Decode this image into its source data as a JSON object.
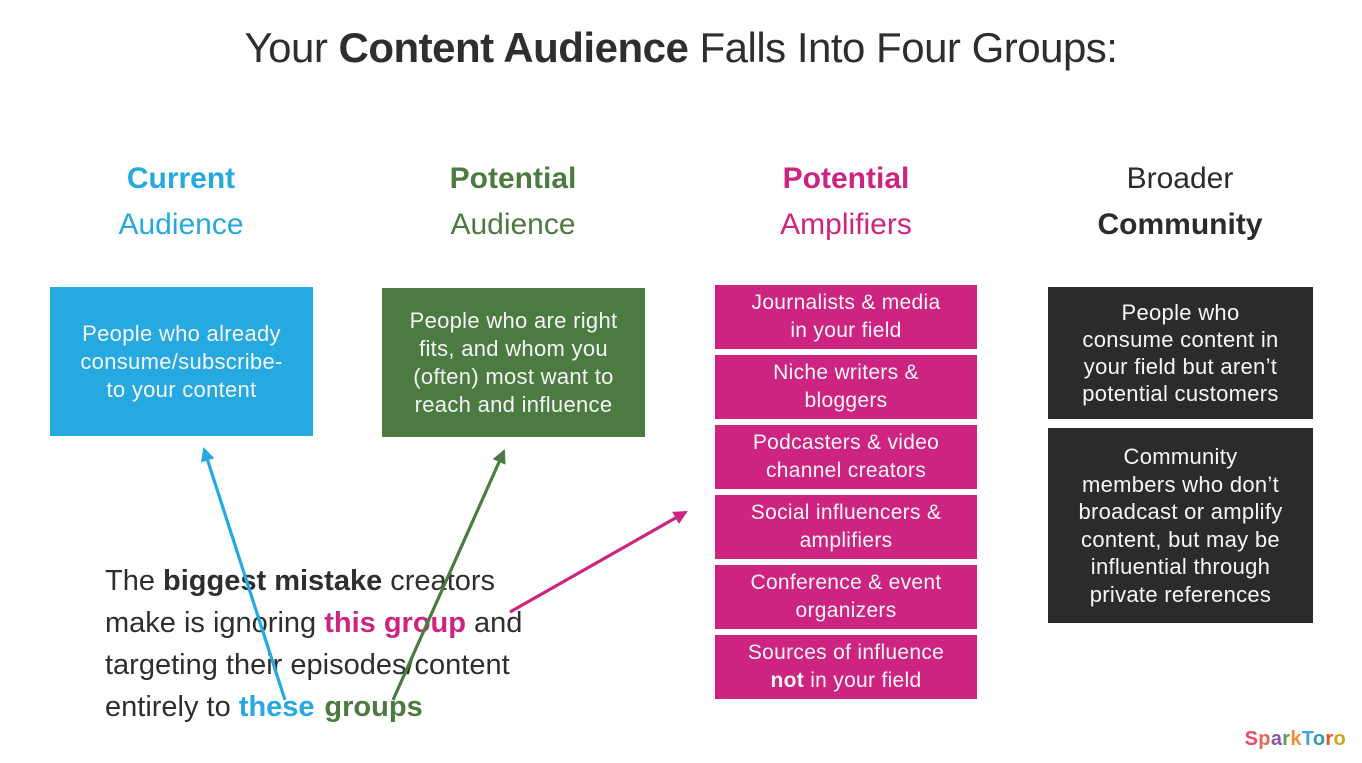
{
  "colors": {
    "blue": "#25A9E0",
    "green": "#4C7B41",
    "pink": "#CC2480",
    "dark": "#2B2B2B",
    "text": "#2E2E2E"
  },
  "title": {
    "prefix": "Your ",
    "emphasis": "Content Audience",
    "suffix": " Falls Into Four Groups:"
  },
  "column_headers": [
    {
      "line1": "Current",
      "line2": "Audience"
    },
    {
      "line1": "Potential",
      "line2": "Audience"
    },
    {
      "line1": "Potential",
      "line2": "Amplifiers"
    },
    {
      "line1": "Broader",
      "line2": "Community"
    }
  ],
  "current_audience_box": {
    "lines": [
      "People who already",
      "consume/subscribe-",
      "to your content"
    ]
  },
  "potential_audience_box": {
    "lines": [
      "People who are right",
      "fits, and whom you",
      "(often) most want to",
      "reach and influence"
    ]
  },
  "amplifier_boxes": [
    {
      "line1": "Journalists & media",
      "line2": "in your field"
    },
    {
      "line1": "Niche writers &",
      "line2": "bloggers"
    },
    {
      "line1": "Podcasters & video",
      "line2": "channel creators"
    },
    {
      "line1": "Social influencers &",
      "line2": "amplifiers"
    },
    {
      "line1": "Conference & event",
      "line2": "organizers"
    },
    {
      "line1": "Sources of influence",
      "line2_bold": "not",
      "line2_rest": " in your field"
    }
  ],
  "community_boxes": [
    {
      "lines": [
        "People who",
        "consume content in",
        "your field but aren’t",
        "potential customers"
      ]
    },
    {
      "lines": [
        "Community",
        "members who don’t",
        "broadcast or amplify",
        "content, but may be",
        "influential through",
        "private references"
      ]
    }
  ],
  "note": {
    "line1_pre": "The ",
    "line1_bold": "biggest mistake",
    "line1_post": " creators",
    "line2_pre": "make is ignoring ",
    "line2_pink": "this group",
    "line2_post": " and",
    "line3": "targeting their episodes/content",
    "line4_pre": "entirely to ",
    "line4_blue": "these",
    "line4_green": "groups"
  },
  "logo": {
    "letters": [
      {
        "ch": "S",
        "color": "#E8496C"
      },
      {
        "ch": "p",
        "color": "#E06A52"
      },
      {
        "ch": "a",
        "color": "#8D55A4"
      },
      {
        "ch": "r",
        "color": "#55A054"
      },
      {
        "ch": "k",
        "color": "#EF8E3A"
      },
      {
        "ch": "T",
        "color": "#3BA7DC"
      },
      {
        "ch": "o",
        "color": "#2E9BAB"
      },
      {
        "ch": "r",
        "color": "#E2522E"
      },
      {
        "ch": "o",
        "color": "#D2A517"
      }
    ]
  }
}
